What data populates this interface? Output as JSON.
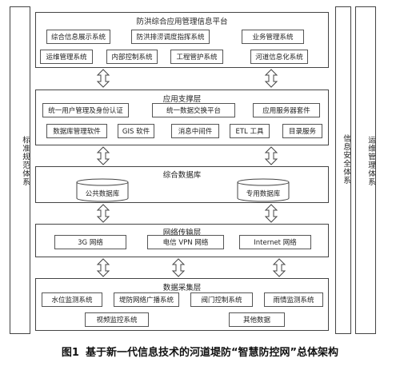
{
  "side_left": "标准规范体系",
  "side_right_1": "信息安全体系",
  "side_right_2": "运维管理体系",
  "layers": {
    "top": {
      "title": "防洪综合应用管理信息平台",
      "items": [
        "综合信息展示系统",
        "防洪排涝调度指挥系统",
        "业务管理系统",
        "运维管理系统",
        "内部控制系统",
        "工程管护系统",
        "河道信息化系统"
      ]
    },
    "support": {
      "title": "应用支撑层",
      "items": [
        "统一用户管理及身份认证",
        "统一数据交换平台",
        "应用服务器套件",
        "数据库管理软件",
        "GIS 软件",
        "消息中间件",
        "ETL 工具",
        "目录服务"
      ]
    },
    "database": {
      "title": "综合数据库",
      "items": [
        "公共数据库",
        "专用数据库"
      ]
    },
    "network": {
      "title": "网络传输层",
      "items": [
        "3G 网络",
        "电信 VPN 网络",
        "Internet 网络"
      ]
    },
    "collection": {
      "title": "数据采集层",
      "items": [
        "水位监测系统",
        "堤防网络广播系统",
        "阀门控制系统",
        "雨情监测系统",
        "视频监控系统",
        "其他数据"
      ]
    }
  },
  "caption": {
    "number": "图1",
    "text": "基于新一代信息技术的河道堤防“智慧防控网”总体架构"
  }
}
